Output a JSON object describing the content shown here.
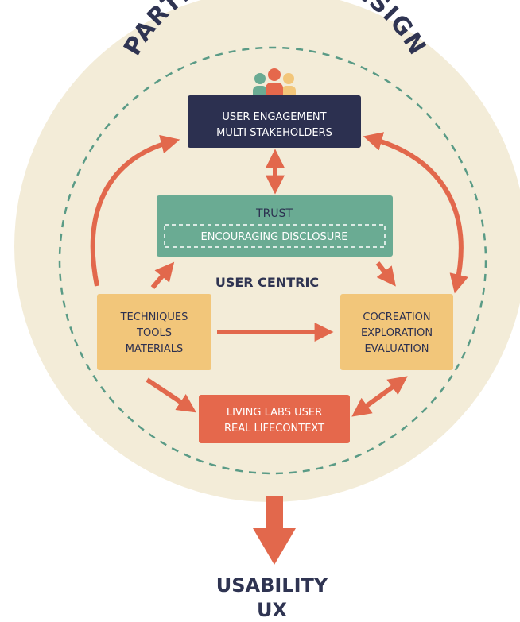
{
  "title": "PARTICIPATORY DESIGN",
  "nodes": {
    "engagement": {
      "line1": "USER ENGAGEMENT",
      "line2": "MULTI STAKEHOLDERS"
    },
    "trust": {
      "title": "TRUST",
      "subtitle": "ENCOURAGING DISCLOSURE"
    },
    "center_label": "USER CENTRIC",
    "techniques": {
      "line1": "TECHNIQUES",
      "line2": "TOOLS",
      "line3": "MATERIALS"
    },
    "cocreation": {
      "line1": "COCREATION",
      "line2": "EXPLORATION",
      "line3": "EVALUATION"
    },
    "living_labs": {
      "line1": "LIVING LABS USER",
      "line2": "REAL LIFECONTEXT"
    }
  },
  "output": {
    "line1": "USABILITY",
    "line2": "UX"
  },
  "icons": {
    "people": "people-group-icon"
  },
  "colors": {
    "circle_fill": "#f3ecd8",
    "dash_ring": "#5a9b86",
    "navy": "#2c3050",
    "teal": "#6aab93",
    "mustard": "#f2c67a",
    "coral": "#e5684c",
    "arrow": "#e2684c",
    "title_text": "#2f3452"
  }
}
